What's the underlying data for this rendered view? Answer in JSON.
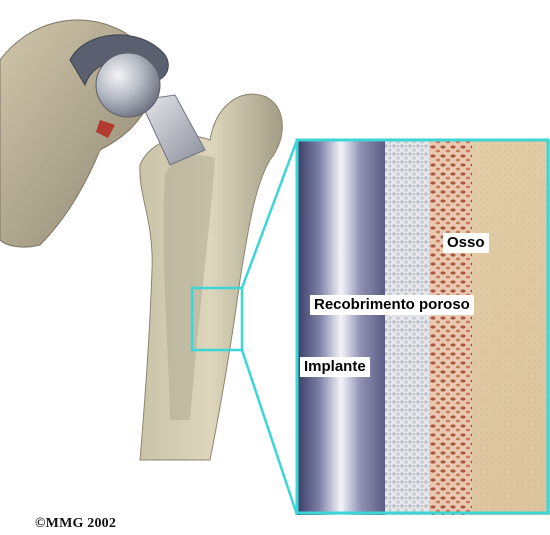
{
  "labels": {
    "bone": "Osso",
    "porous_coating": "Recobrimento poroso",
    "implant": "Implante"
  },
  "copyright": "©MMG 2002",
  "colors": {
    "highlight": "#3dd6d6",
    "bone": "#e2cda8",
    "pelvis": "#bdb297",
    "metal": "#9aa0b0"
  }
}
